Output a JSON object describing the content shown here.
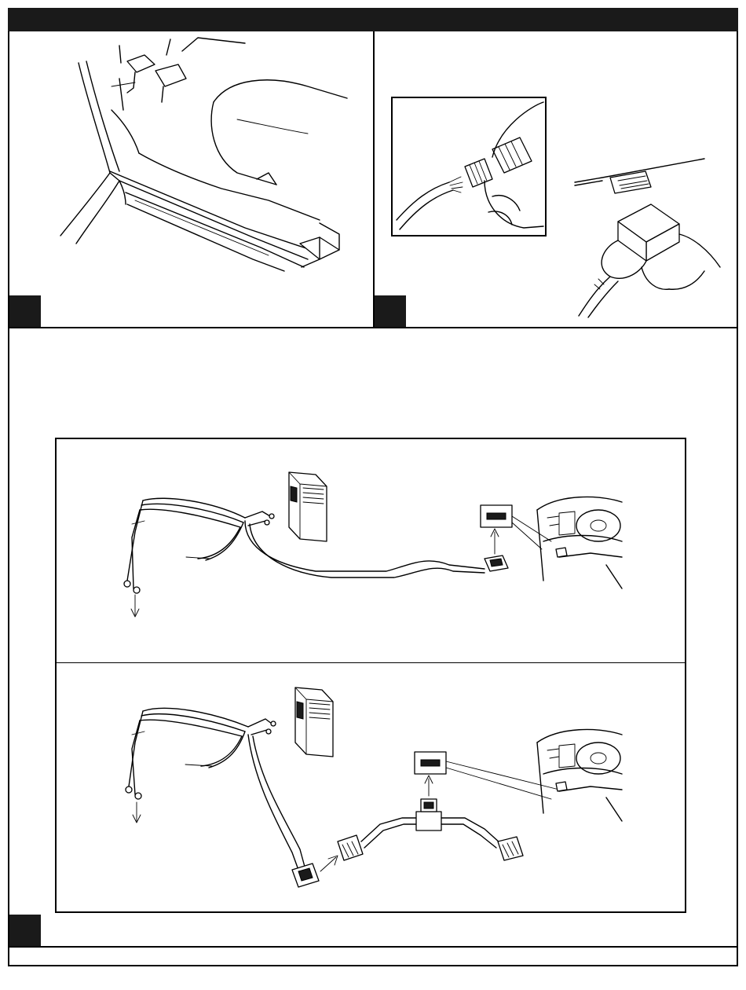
{
  "page": {
    "title": "",
    "steps": [
      {
        "id": "step-1",
        "label": ""
      },
      {
        "id": "step-2",
        "label": ""
      },
      {
        "id": "step-3",
        "label": ""
      }
    ],
    "colors": {
      "ink": "#1a1a1a",
      "paper": "#ffffff"
    },
    "icons": [
      "arrow-down-icon",
      "arrow-up-icon",
      "arrow-right-icon"
    ]
  }
}
